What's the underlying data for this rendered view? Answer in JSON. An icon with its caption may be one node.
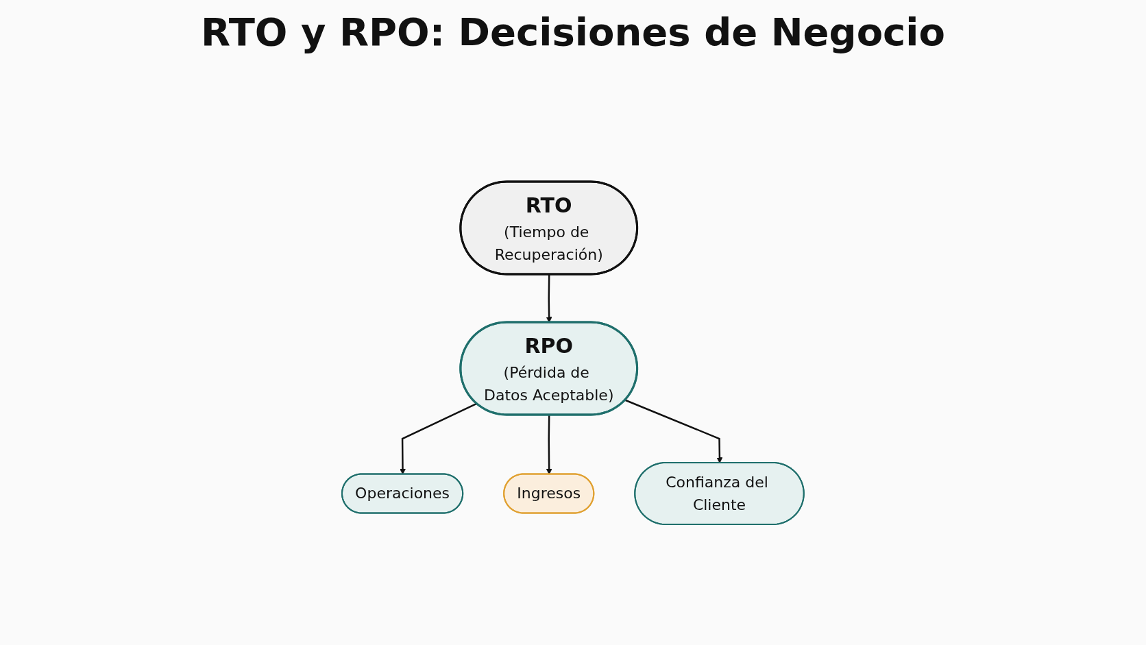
{
  "diagram": {
    "title": "RTO y RPO: Decisiones de Negocio",
    "nodes": [
      {
        "text": [
          "RTO",
          "(Tiempo de Recuperación)"
        ]
      },
      {
        "text": [
          "RPO",
          "(Pérdida de Datos Aceptable)"
        ]
      },
      {
        "text": [
          "Operaciones"
        ]
      },
      {
        "text": [
          "Ingresos"
        ]
      },
      {
        "text": [
          "Confianza del Cliente"
        ]
      }
    ],
    "edges": [
      {
        "from": 0,
        "to": 1,
        "arrow": "to"
      },
      {
        "from": 1,
        "to": 2,
        "arrow": "to"
      },
      {
        "from": 1,
        "to": 3,
        "arrow": "to"
      },
      {
        "from": 1,
        "to": 4,
        "arrow": "to"
      }
    ]
  }
}
